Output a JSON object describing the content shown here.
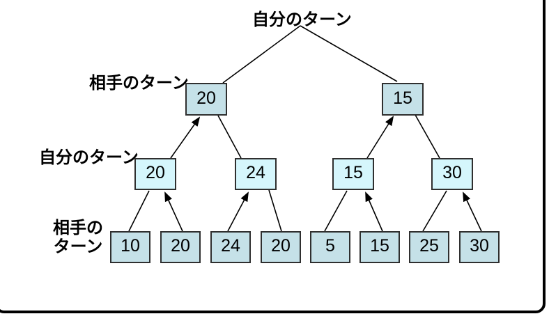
{
  "title": "自分のターン",
  "labels": {
    "level2": "相手のターン",
    "level3": "自分のターン",
    "level4_line1": "相手の",
    "level4_line2": "ターン"
  },
  "colors": {
    "self_turn_fill": "#d5f6fc",
    "opponent_turn_fill": "#c5e1e8",
    "node_border": "#2f2f2f",
    "edge_line": "#000000",
    "frame_border": "#000000",
    "background": "#ffffff"
  },
  "chart_data": {
    "type": "tree",
    "description": "Minimax game tree. Arrows point from the selected child up into its parent node. Root has no box, only the turn label.",
    "root_label": "自分のターン",
    "levels": [
      {
        "turn": "opponent",
        "label": "相手のターン",
        "values": [
          20,
          15
        ],
        "selected_child": [
          "left",
          "left"
        ]
      },
      {
        "turn": "self",
        "label": "自分のターン",
        "values": [
          20,
          24,
          15,
          30
        ],
        "selected_child": [
          "right",
          "left",
          "right",
          "right"
        ]
      },
      {
        "turn": "opponent",
        "label": "相手の ターン",
        "values": [
          10,
          20,
          24,
          20,
          5,
          15,
          25,
          30
        ]
      }
    ]
  }
}
